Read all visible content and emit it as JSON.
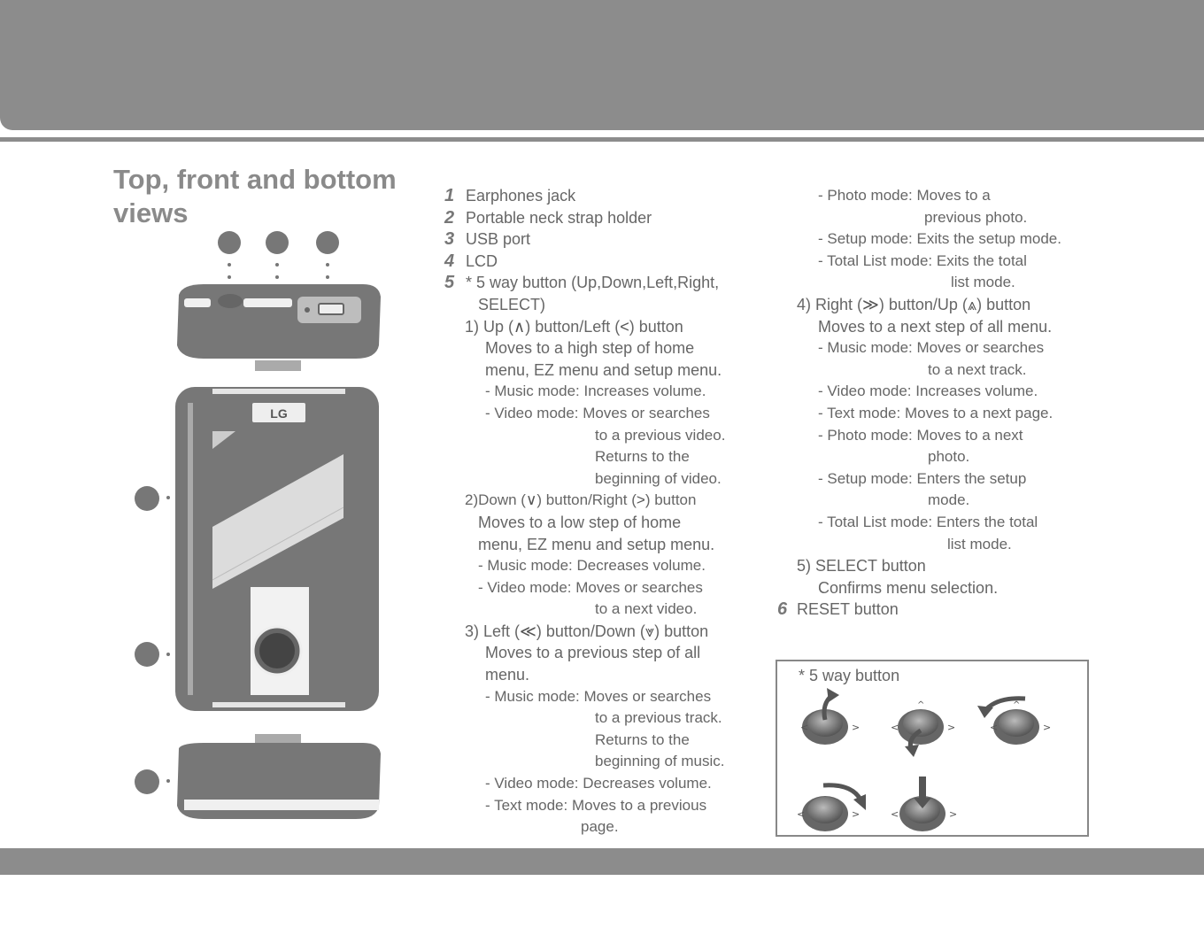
{
  "section_title": "Top, front and bottom views",
  "device": {
    "logo": "LG"
  },
  "parts": [
    {
      "num": "1",
      "label": "Earphones jack"
    },
    {
      "num": "2",
      "label": "Portable neck strap holder"
    },
    {
      "num": "3",
      "label": "USB port"
    },
    {
      "num": "4",
      "label": "LCD"
    },
    {
      "num": "5",
      "label": "* 5 way button (Up,Down,Left,Right,",
      "label2": "SELECT)"
    }
  ],
  "up": {
    "head_a": "1) Up (",
    "glyph_up": "∧",
    "head_b": ") button/Left (",
    "glyph_left": "<",
    "head_c": ") button",
    "desc1": "Moves to a high step of home",
    "desc2": "menu, EZ menu and setup menu.",
    "music": "- Music mode: Increases volume.",
    "video1": "- Video mode: Moves or searches",
    "video2": "to a previous video.",
    "video3": "Returns to the",
    "video4": "beginning of video."
  },
  "down": {
    "head_a": "2)Down (",
    "glyph_down": "∨",
    "head_b": ") button/Right (",
    "glyph_right": ">",
    "head_c": ") button",
    "desc1": "Moves to a low step of home",
    "desc2": "menu, EZ menu and setup menu.",
    "music": "- Music mode: Decreases volume.",
    "video1": "- Video mode:   Moves or searches",
    "video2": "to a next video."
  },
  "left": {
    "head_a": "3) Left (",
    "glyph_left": "≪",
    "head_b": ") button/Down (",
    "glyph_down": "⩔",
    "head_c": ") button",
    "desc1": "Moves to a previous step of all",
    "desc2": "menu.",
    "music1": "- Music mode: Moves or searches",
    "music2": "to a previous track.",
    "music3": "Returns to the",
    "music4": "beginning of music.",
    "video": "- Video mode: Decreases volume.",
    "text1": "- Text mode: Moves to a previous",
    "text2": "page.",
    "photo1": "- Photo mode: Moves to a",
    "photo2": "previous photo.",
    "setup": "- Setup mode: Exits the setup mode.",
    "total1": "- Total List mode: Exits the total",
    "total2": "list mode."
  },
  "right": {
    "head_a": "4) Right (",
    "glyph_right": "≫",
    "head_b": ") button/Up (",
    "glyph_up": "⩓",
    "head_c": ") button",
    "desc1": "Moves to a next step of all menu.",
    "music1": "- Music mode: Moves or searches",
    "music2": "to a next track.",
    "video": "- Video mode: Increases volume.",
    "text": "- Text mode: Moves to a next page.",
    "photo1": "- Photo mode: Moves to a next",
    "photo2": "photo.",
    "setup1": "- Setup mode: Enters the setup",
    "setup2": "mode.",
    "total1": "- Total List mode: Enters the total",
    "total2": "list mode."
  },
  "select": {
    "head": "5) SELECT button",
    "desc": "Confirms menu selection."
  },
  "reset": {
    "num": "6",
    "label": "RESET button"
  },
  "five_way_box": {
    "title": "* 5 way button"
  }
}
